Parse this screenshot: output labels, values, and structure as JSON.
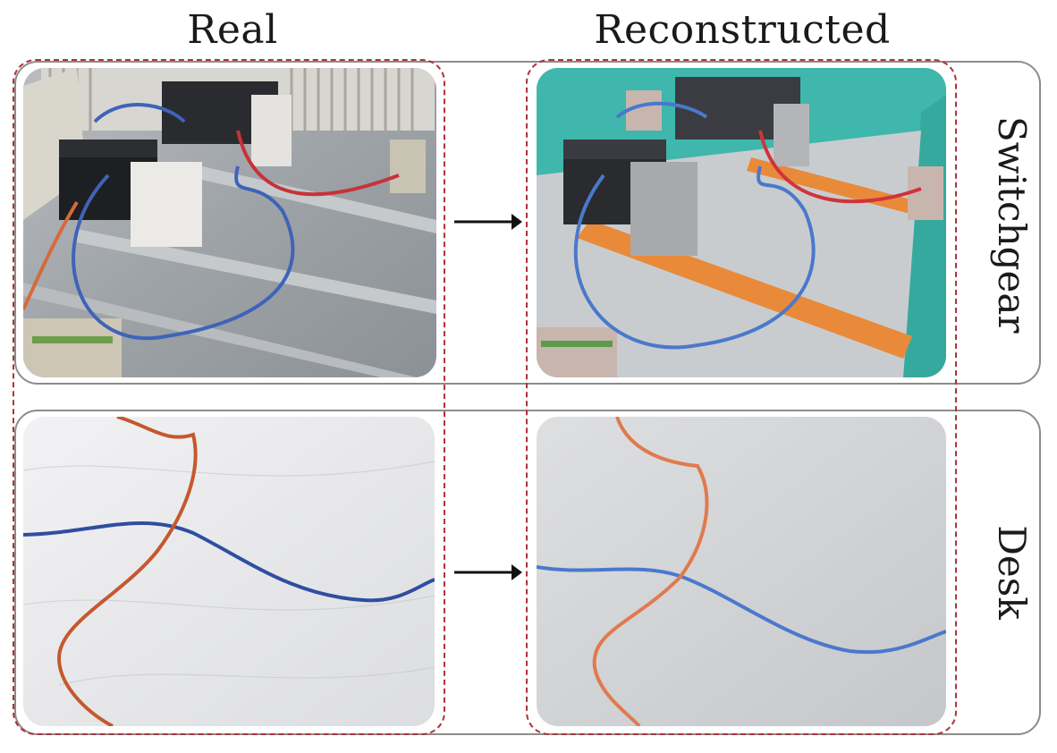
{
  "columns": {
    "real": "Real",
    "reconstructed": "Reconstructed"
  },
  "rows": {
    "switchgear": "Switchgear",
    "desk": "Desk"
  },
  "colors": {
    "dash": "#b0323c",
    "frame": "#8c8c8c",
    "wire_blue": "#3f63b8",
    "wire_red": "#c8323a",
    "wire_orange": "#d56a3c",
    "enclosure_teal": "#3fb7ac",
    "din_rail_orange": "#e98a3a"
  }
}
